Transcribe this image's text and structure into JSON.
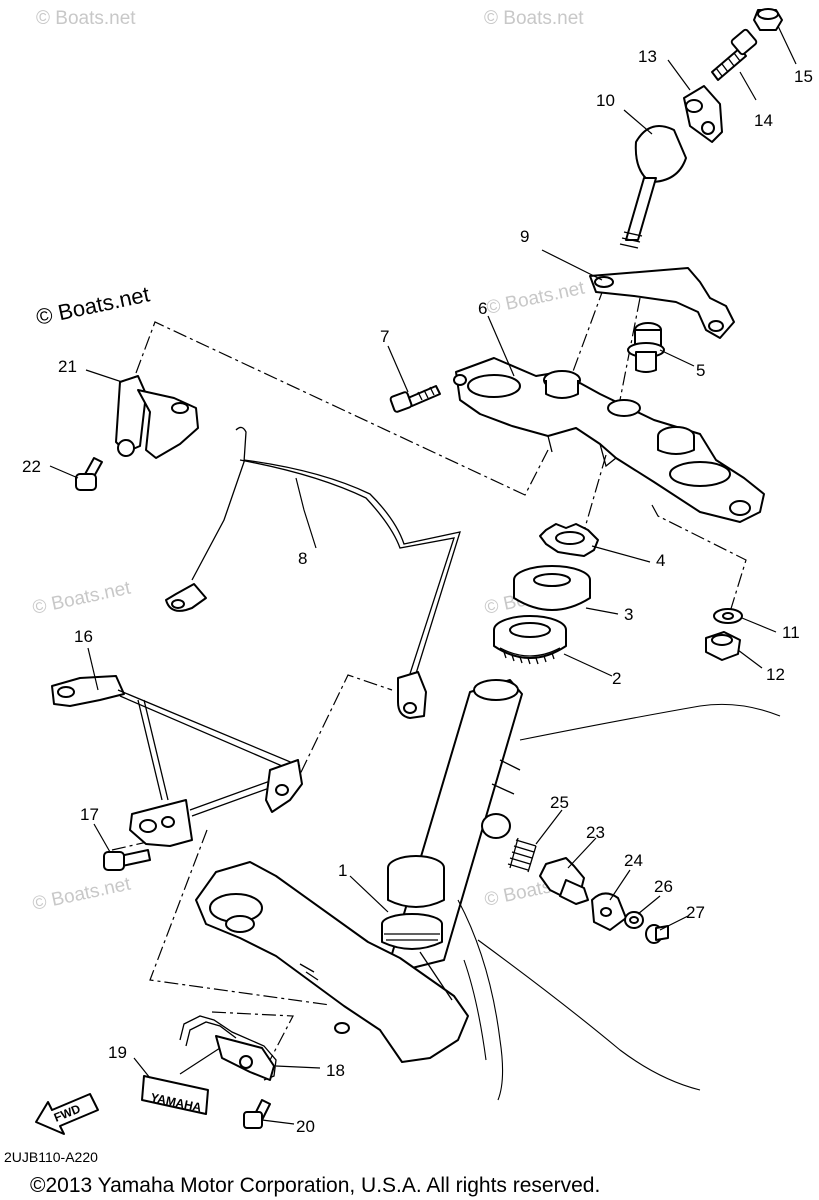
{
  "watermarks": {
    "brand": "© Boats.net",
    "brand_faint": "© Boats.net"
  },
  "parts": [
    {
      "number": "1"
    },
    {
      "number": "2"
    },
    {
      "number": "3"
    },
    {
      "number": "4"
    },
    {
      "number": "5"
    },
    {
      "number": "6"
    },
    {
      "number": "7"
    },
    {
      "number": "8"
    },
    {
      "number": "9"
    },
    {
      "number": "10"
    },
    {
      "number": "11"
    },
    {
      "number": "12"
    },
    {
      "number": "13"
    },
    {
      "number": "14"
    },
    {
      "number": "15"
    },
    {
      "number": "16"
    },
    {
      "number": "17"
    },
    {
      "number": "18"
    },
    {
      "number": "19"
    },
    {
      "number": "20"
    },
    {
      "number": "21"
    },
    {
      "number": "22"
    },
    {
      "number": "23"
    },
    {
      "number": "24"
    },
    {
      "number": "25"
    },
    {
      "number": "26"
    },
    {
      "number": "27"
    }
  ],
  "decal_text": "YAMAHA",
  "fwd_arrow_text": "FWD",
  "diagram_code": "2UJB110-A220",
  "copyright": "©2013 Yamaha Motor Corporation, U.S.A. All rights reserved."
}
